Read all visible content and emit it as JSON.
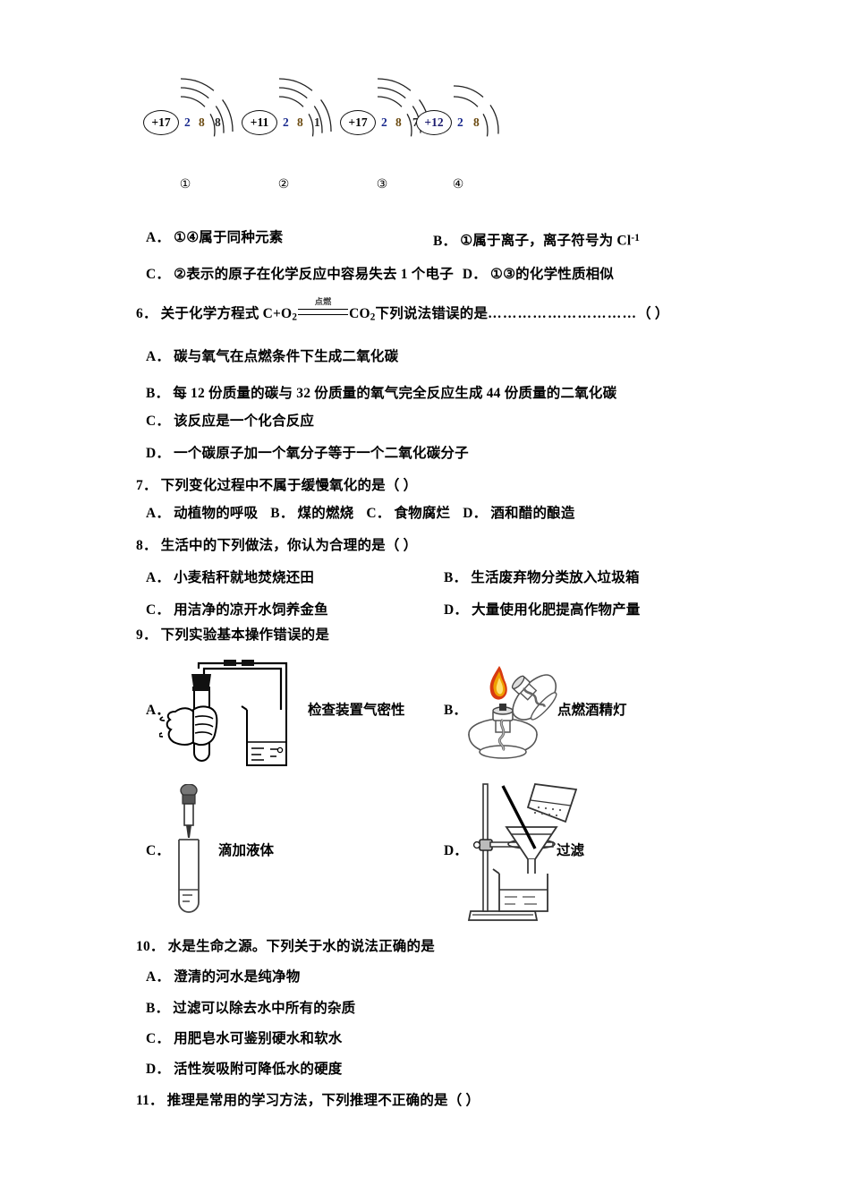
{
  "document": {
    "subject": "化学",
    "page_kind": "exam-paper"
  },
  "atom_diagram": {
    "atoms": [
      {
        "charge": "+17",
        "shells": [
          "2",
          "8",
          "8"
        ],
        "caption": "①"
      },
      {
        "charge": "+11",
        "shells": [
          "2",
          "8",
          "1"
        ],
        "caption": "②"
      },
      {
        "charge": "+17",
        "shells": [
          "2",
          "8",
          "7"
        ],
        "caption": "③"
      },
      {
        "charge": "+12",
        "shells": [
          "2",
          "8"
        ],
        "caption": "④"
      }
    ]
  },
  "q5_options": {
    "a_label": "A．",
    "a_text": "①④属于同种元素",
    "b_label": "B．",
    "b_text_pre": "①属于离子，离子符号为 Cl",
    "b_sup": "-1",
    "c_label": "C．",
    "c_text": "②表示的原子在化学反应中容易失去 1 个电子",
    "d_label": "D．",
    "d_text": "①③的化学性质相似"
  },
  "q6": {
    "number": "6．",
    "stem_pre": "关于化学方程式 C+O",
    "stem_sub": "2",
    "condition": "点燃",
    "product": "CO",
    "product_sub": "2",
    "stem_post": "下列说法错误的是",
    "leader": "…………………………",
    "paren": "（ ）",
    "options": [
      {
        "label": "A．",
        "text": "碳与氧气在点燃条件下生成二氧化碳"
      },
      {
        "label": "B．",
        "text": "每 12 份质量的碳与 32 份质量的氧气完全反应生成 44 份质量的二氧化碳"
      },
      {
        "label": "C．",
        "text": "该反应是一个化合反应"
      },
      {
        "label": "D．",
        "text": "一个碳原子加一个氧分子等于一个二氧化碳分子"
      }
    ]
  },
  "q7": {
    "number": "7．",
    "stem": "下列变化过程中不属于缓慢氧化的是（     ）",
    "options_line": [
      {
        "label": "A．",
        "text": "动植物的呼吸"
      },
      {
        "label": "B．",
        "text": "煤的燃烧"
      },
      {
        "label": "C．",
        "text": "食物腐烂"
      },
      {
        "label": "D．",
        "text": "酒和醋的酿造"
      }
    ]
  },
  "q8": {
    "number": "8．",
    "stem": "生活中的下列做法，你认为合理的是（    ）",
    "options": [
      {
        "label": "A．",
        "text": "小麦秸秆就地焚烧还田"
      },
      {
        "label": "B．",
        "text": "生活废弃物分类放入垃圾箱"
      },
      {
        "label": "C．",
        "text": "用洁净的凉开水饲养金鱼"
      },
      {
        "label": "D．",
        "text": "大量使用化肥提高作物产量"
      }
    ]
  },
  "q9": {
    "number": "9．",
    "stem": "下列实验基本操作错误的是",
    "figures": [
      {
        "label": "A．",
        "caption": "检查装置气密性",
        "icon": "gas-tightness-test-apparatus"
      },
      {
        "label": "B．",
        "caption": "点燃酒精灯",
        "icon": "alcohol-lamp-lighting"
      },
      {
        "label": "C．",
        "caption": "滴加液体",
        "icon": "dropper-test-tube"
      },
      {
        "label": "D．",
        "caption": "过滤",
        "icon": "filtration-apparatus"
      }
    ]
  },
  "q10": {
    "number": "10．",
    "stem": "水是生命之源。下列关于水的说法正确的是",
    "options": [
      {
        "label": "A．",
        "text": "澄清的河水是纯净物"
      },
      {
        "label": "B．",
        "text": "过滤可以除去水中所有的杂质"
      },
      {
        "label": "C．",
        "text": "用肥皂水可鉴别硬水和软水"
      },
      {
        "label": "D．",
        "text": "活性炭吸附可降低水的硬度"
      }
    ]
  },
  "q11": {
    "number": "11．",
    "stem": "推理是常用的学习方法，下列推理不正确的是（  ）"
  },
  "colors": {
    "text": "#000000",
    "flame_outer": "#d83a10",
    "flame_mid": "#f0a000",
    "flame_inner": "#ffe070",
    "shell_label_blue": "#1a2a8e",
    "shell_label_brown": "#6b4a10"
  }
}
